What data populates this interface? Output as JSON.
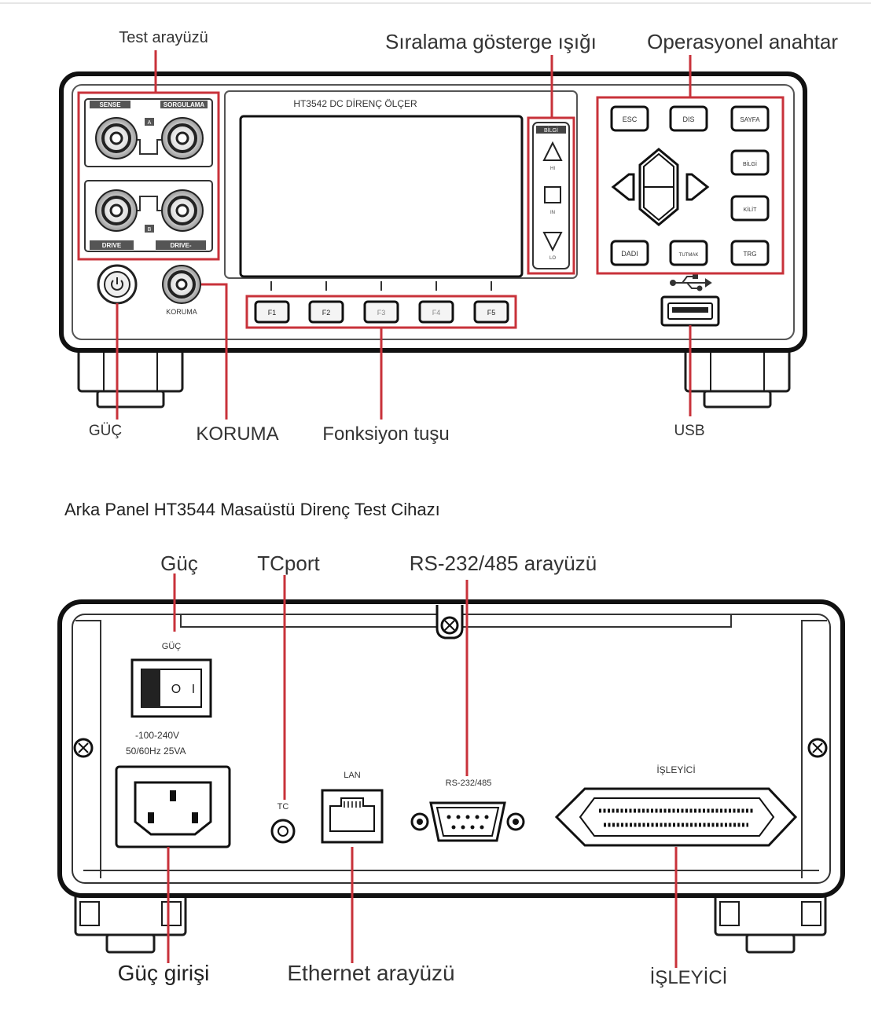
{
  "callouts_front": {
    "test_interface": "Test arayüzü",
    "sort_indicator": "Sıralama gösterge ışığı",
    "operation_keys": "Operasyonel anahtar",
    "power": "GÜÇ",
    "guard": "KORUMA",
    "function_keys": "Fonksiyon tuşu",
    "usb": "USB"
  },
  "front_panel": {
    "model_title": "HT3542 DC DİRENÇ ÖLÇER",
    "sense_hi": "SENSE",
    "sense_lo": "SORGULAMA",
    "drive_hi": "DRIVE",
    "drive_lo": "DRIVE-",
    "marker_a": "A",
    "marker_b": "B",
    "guard_label": "KORUMA",
    "sort_header": "BİLGİ",
    "sort_hi": "HI",
    "sort_in": "IN",
    "sort_lo": "LO",
    "key_esc": "ESC",
    "key_disp": "DIS",
    "key_page": "SAYFA",
    "key_info": "BİLGİ",
    "key_lock": "KİLİT",
    "key_save": "DADI",
    "key_hold": "TUTMAK",
    "key_trig": "TRG",
    "fkeys": [
      "F1",
      "F2",
      "F3",
      "F4",
      "F5"
    ]
  },
  "rear_title": "Arka Panel HT3544 Masaüstü Direnç Test Cihazı",
  "callouts_rear": {
    "power": "Güç",
    "tcport": "TCport",
    "rs232": "RS-232/485 arayüzü",
    "power_inlet": "Güç girişi",
    "ethernet": "Ethernet arayüzü",
    "handler": "İŞLEYİCİ"
  },
  "rear_panel": {
    "power_label": "GÜÇ",
    "switch_off": "O",
    "switch_on": "I",
    "voltage": "-100-240V",
    "frequency": "50/60Hz 25VA",
    "tc_label": "TC",
    "lan_label": "LAN",
    "rs_label": "RS-232/485",
    "handler_label": "İŞLEYİCİ"
  },
  "colors": {
    "callout_red": "#c8323a",
    "outline": "#1c1c1c",
    "text": "#333333"
  }
}
